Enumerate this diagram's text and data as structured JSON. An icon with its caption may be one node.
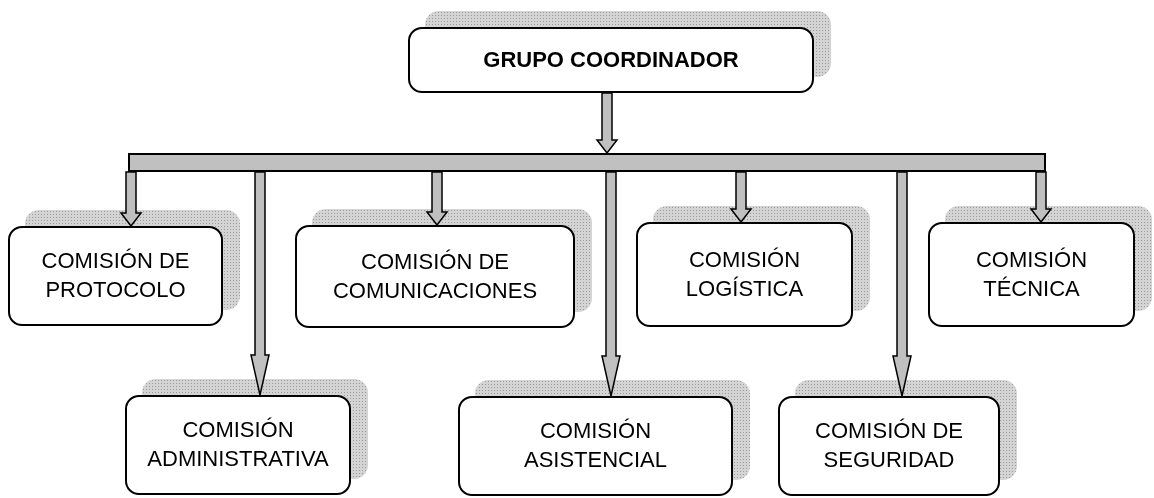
{
  "diagram": {
    "nodes": [
      {
        "text": [
          "GRUPO COORDINADOR"
        ]
      },
      {
        "text": [],
        "shape": "bar"
      },
      {
        "text": [
          "COMISIÓN DE PROTOCOLO"
        ]
      },
      {
        "text": [
          "COMISIÓN DE COMUNICACIONES"
        ]
      },
      {
        "text": [
          "COMISIÓN LOGÍSTICA"
        ]
      },
      {
        "text": [
          "COMISIÓN TÉCNICA"
        ]
      },
      {
        "text": [
          "COMISIÓN ADMINISTRATIVA"
        ]
      },
      {
        "text": [
          "COMISIÓN ASISTENCIAL"
        ]
      },
      {
        "text": [
          "COMISIÓN DE SEGURIDAD"
        ]
      }
    ],
    "edges": [
      {
        "from": 0,
        "to": 1,
        "arrow": "to"
      },
      {
        "from": 1,
        "to": 2,
        "arrow": "to"
      },
      {
        "from": 1,
        "to": 6,
        "arrow": "to"
      },
      {
        "from": 1,
        "to": 3,
        "arrow": "to"
      },
      {
        "from": 1,
        "to": 7,
        "arrow": "to"
      },
      {
        "from": 1,
        "to": 4,
        "arrow": "to"
      },
      {
        "from": 1,
        "to": 8,
        "arrow": "to"
      },
      {
        "from": 1,
        "to": 5,
        "arrow": "to"
      }
    ]
  }
}
